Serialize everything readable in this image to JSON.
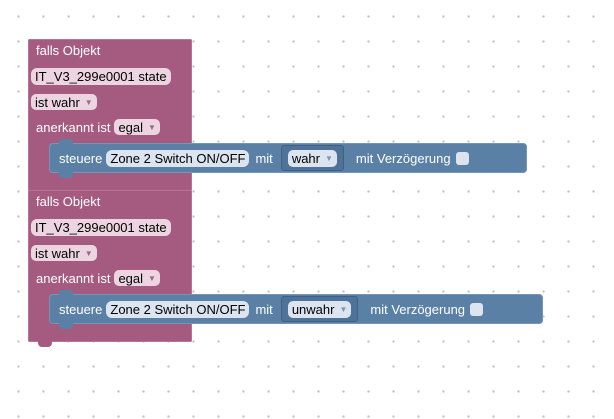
{
  "blocks": [
    {
      "header": "falls Objekt",
      "object_id": "IT_V3_299e0001 state",
      "condition": "ist wahr",
      "ack_label": "anerkannt ist",
      "ack_value": "egal",
      "action": {
        "label": "steuere",
        "target": "Zone 2 Switch ON/OFF",
        "with_label": "mit",
        "value": "wahr",
        "delay_label": "mit Verzögerung"
      }
    },
    {
      "header": "falls Objekt",
      "object_id": "IT_V3_299e0001 state",
      "condition": "ist wahr",
      "ack_label": "anerkannt ist",
      "ack_value": "egal",
      "action": {
        "label": "steuere",
        "target": "Zone 2 Switch ON/OFF",
        "with_label": "mit",
        "value": "unwahr",
        "delay_label": "mit Verzögerung"
      }
    }
  ],
  "colors": {
    "trigger_block": "#a55b80",
    "action_block": "#5b80a5",
    "workspace": "#ffffff"
  },
  "icons": {
    "dropdown": "caret-down-icon",
    "checkbox": "checkbox-icon"
  }
}
